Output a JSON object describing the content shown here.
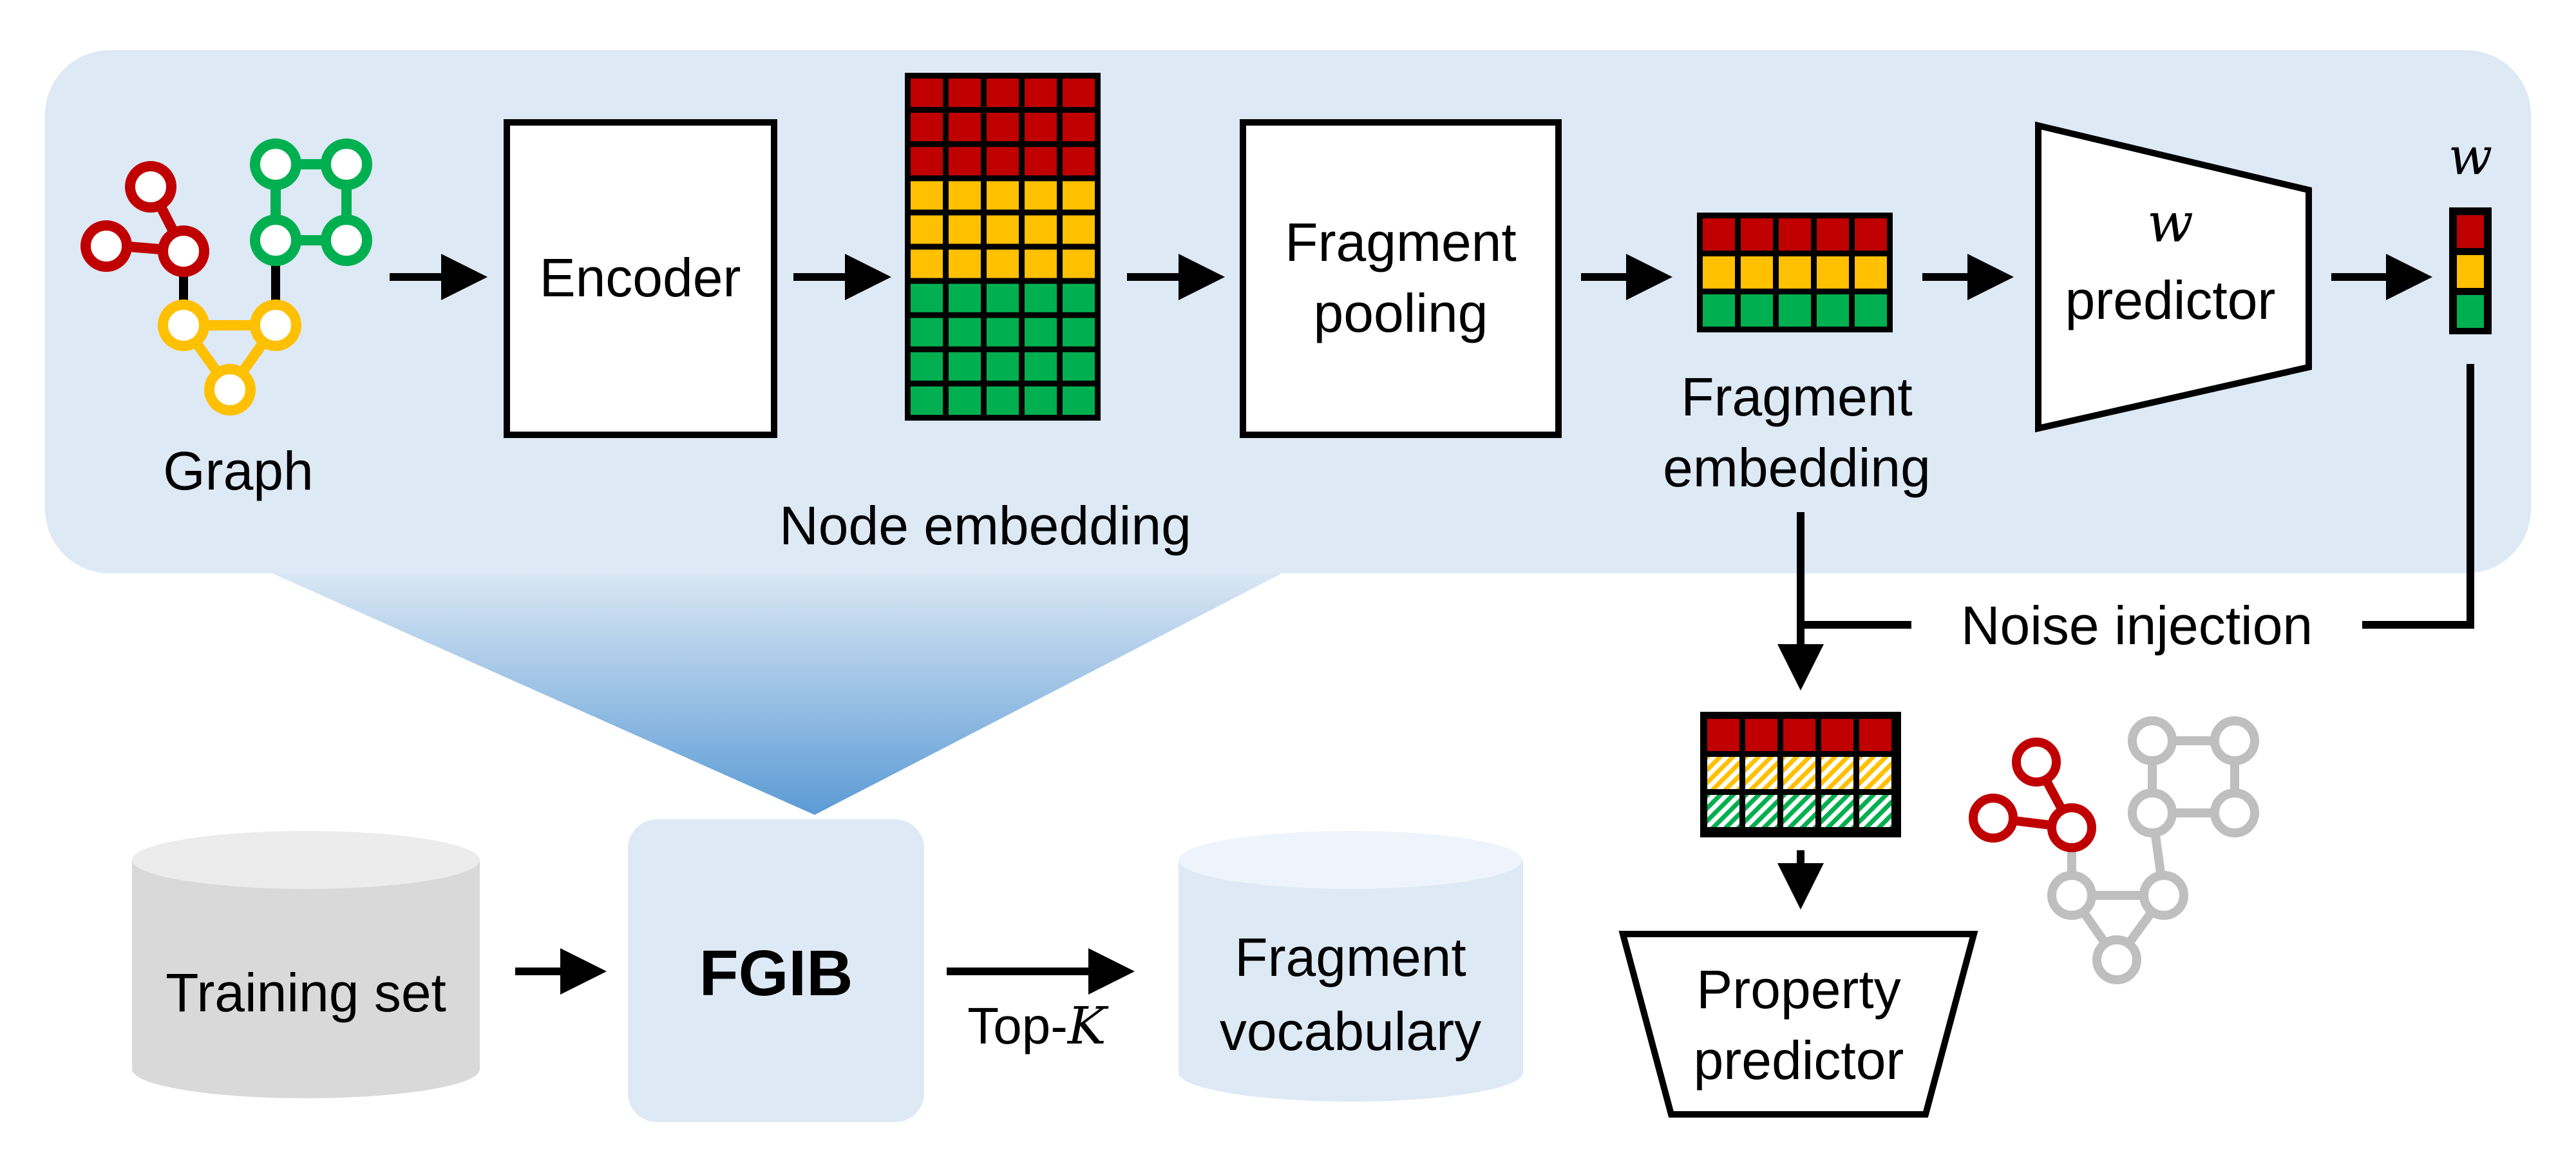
{
  "labels": {
    "graph": "Graph",
    "encoder": "Encoder",
    "node_embedding": "Node embedding",
    "fragment_pooling_line1": "Fragment",
    "fragment_pooling_line2": "pooling",
    "fragment_embedding_line1": "Fragment",
    "fragment_embedding_line2": "embedding",
    "w_symbol": "w",
    "w_predictor_line1": "w",
    "w_predictor_line2": "predictor",
    "noise_injection": "Noise injection",
    "training_set": "Training set",
    "fgib": "FGIB",
    "top_k_prefix": "Top-",
    "top_k_var": "K",
    "fragment_vocabulary_line1": "Fragment",
    "fragment_vocabulary_line2": "vocabulary",
    "property_predictor_line1": "Property",
    "property_predictor_line2": "predictor"
  },
  "colors": {
    "panel": "#dde9f5",
    "fgib_box": "#dde9f5",
    "cylinder_gray": "#d9d9d9",
    "red": "#c00000",
    "yellow": "#ffc000",
    "green": "#00b050",
    "gray_molecule": "#bfbfbf",
    "funnel_top": "#c7dcf0",
    "funnel_bottom": "#5b9bd5"
  }
}
